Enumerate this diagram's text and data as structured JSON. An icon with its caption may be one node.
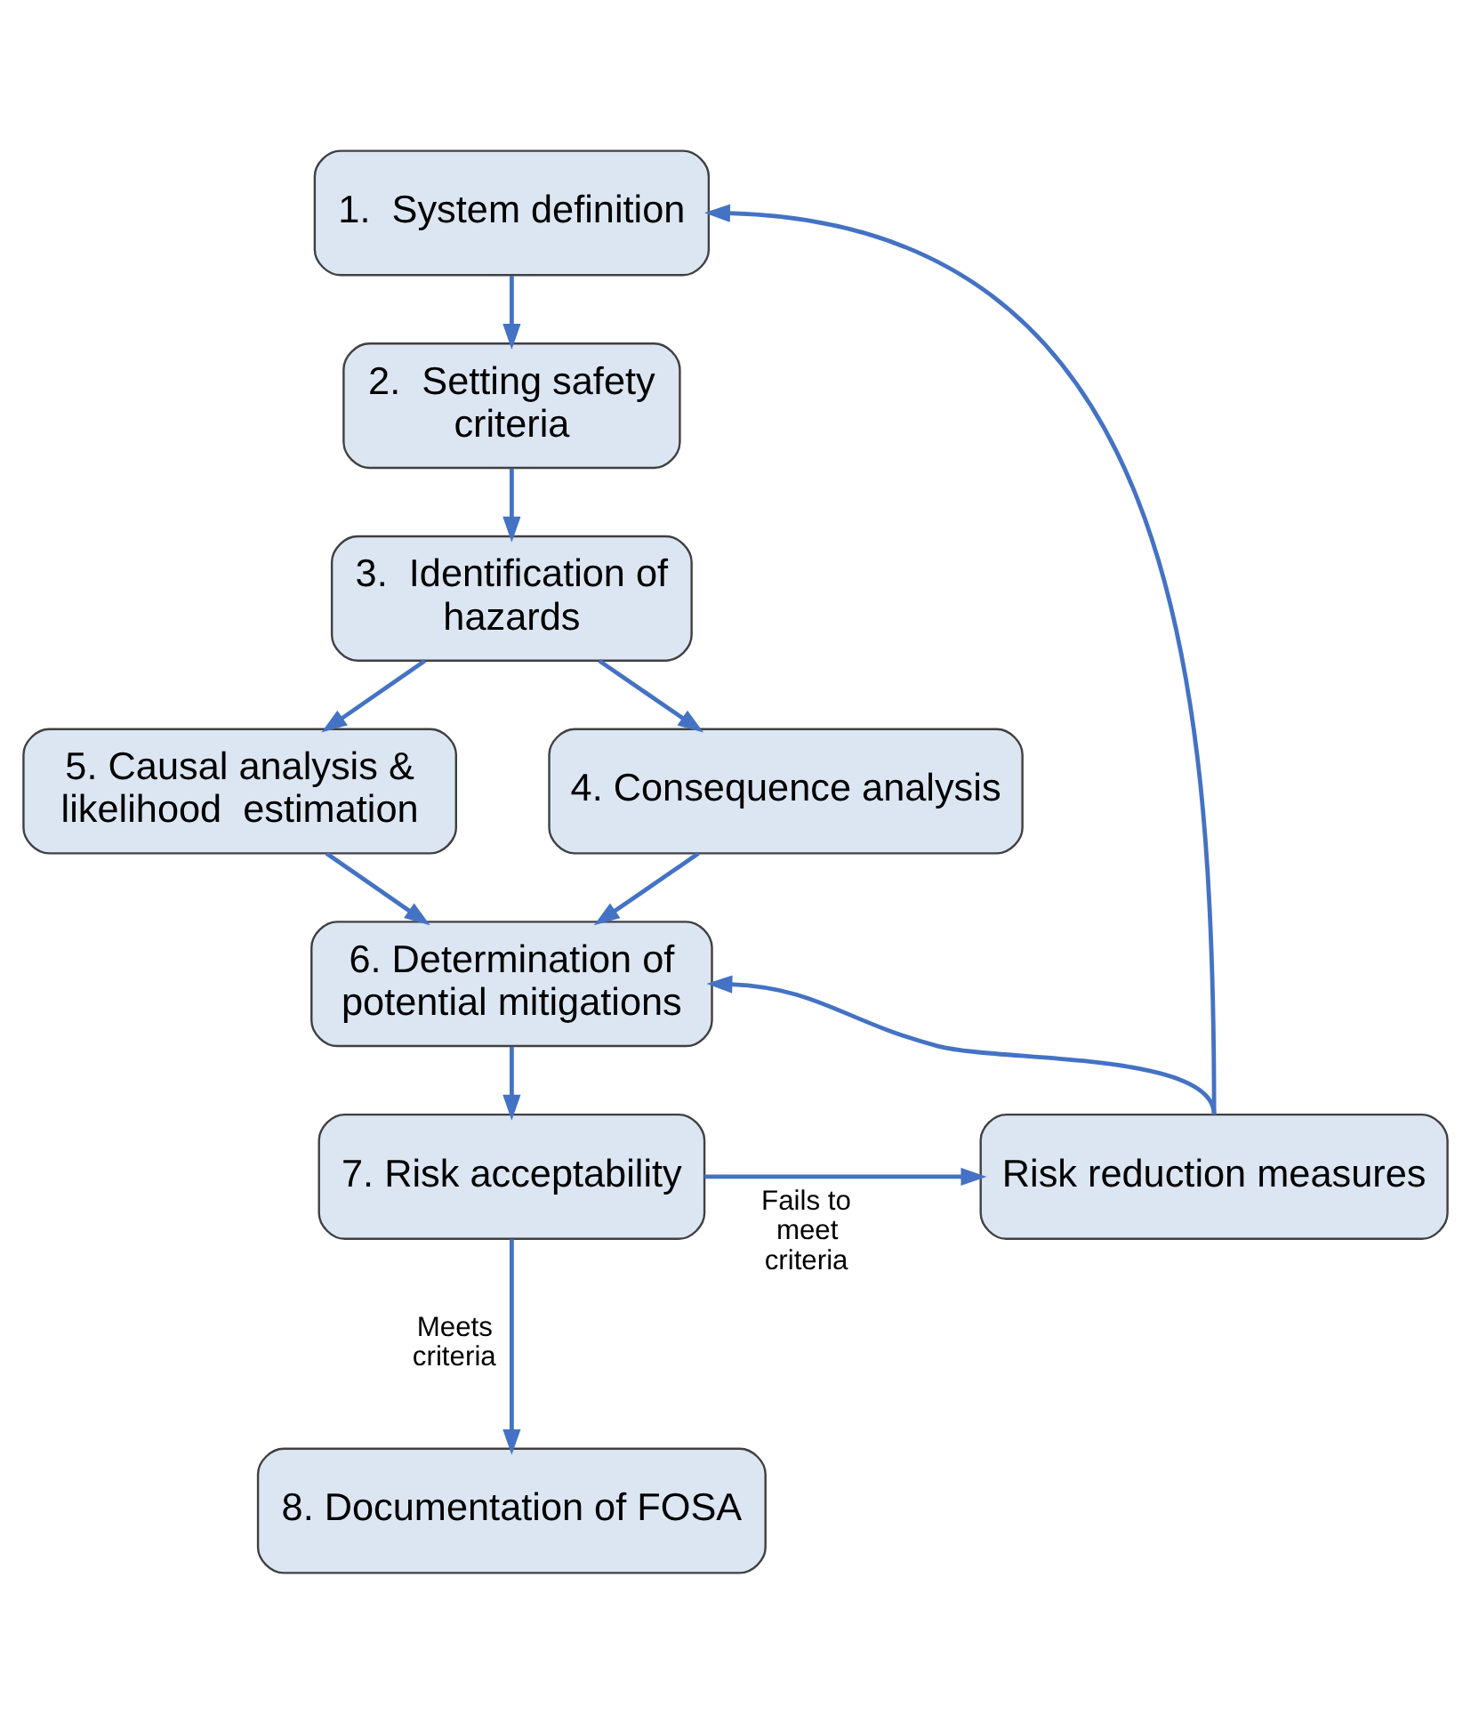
{
  "diagram": {
    "nodes": [
      {
        "text": [
          "1.  System definition"
        ]
      },
      {
        "text": [
          "2.  Setting safety criteria"
        ]
      },
      {
        "text": [
          "3.  Identification of hazards"
        ]
      },
      {
        "text": [
          "5. Causal analysis & likelihood  estimation"
        ]
      },
      {
        "text": [
          "4. Consequence analysis"
        ]
      },
      {
        "text": [
          "6. Determination of potential mitigations"
        ]
      },
      {
        "text": [
          "7. Risk acceptability"
        ]
      },
      {
        "text": [
          "Risk reduction measures"
        ]
      },
      {
        "text": [
          "8. Documentation of FOSA"
        ]
      }
    ],
    "edges": [
      {
        "from": 0,
        "to": 1,
        "arrow": "to"
      },
      {
        "from": 1,
        "to": 2,
        "arrow": "to"
      },
      {
        "from": 2,
        "to": 3,
        "arrow": "to"
      },
      {
        "from": 2,
        "to": 4,
        "arrow": "to"
      },
      {
        "from": 3,
        "to": 5,
        "arrow": "to"
      },
      {
        "from": 4,
        "to": 5,
        "arrow": "to"
      },
      {
        "from": 5,
        "to": 6,
        "arrow": "to"
      },
      {
        "from": 6,
        "to": 7,
        "arrow": "to",
        "label": "Fails to meet criteria"
      },
      {
        "from": 7,
        "to": 0,
        "arrow": "to"
      },
      {
        "from": 7,
        "to": 5,
        "arrow": "to"
      },
      {
        "from": 6,
        "to": 8,
        "arrow": "to",
        "label": "Meets criteria"
      }
    ]
  }
}
